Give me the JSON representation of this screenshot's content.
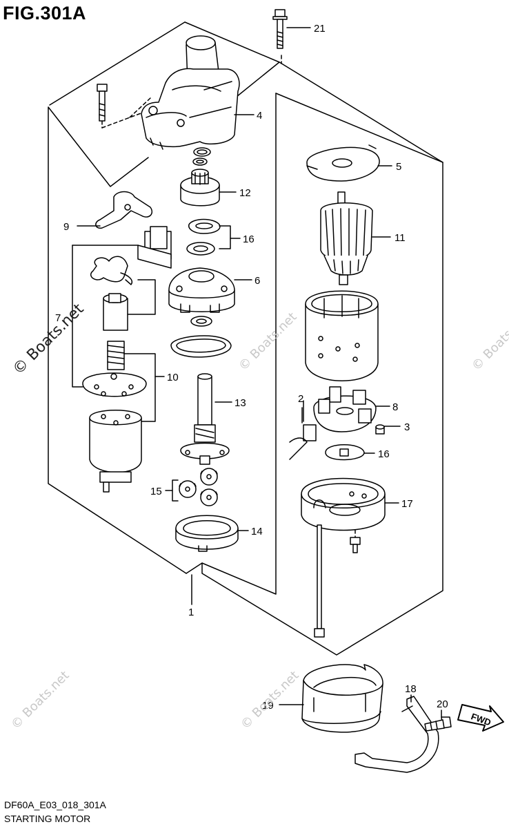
{
  "figure": {
    "title": "FIG.301A",
    "code": "DF60A_E03_018_301A",
    "caption": "STARTING MOTOR"
  },
  "watermark": "© Boats.net",
  "colors": {
    "line": "#000000",
    "watermark": "#c8c8c8",
    "background": "#ffffff"
  },
  "callouts": [
    "21",
    "4",
    "5",
    "12",
    "11",
    "9",
    "16",
    "6",
    "7",
    "10",
    "13",
    "2",
    "8",
    "3",
    "15",
    "17",
    "14",
    "1",
    "18",
    "20",
    "19"
  ],
  "fwd_label": "FWD"
}
